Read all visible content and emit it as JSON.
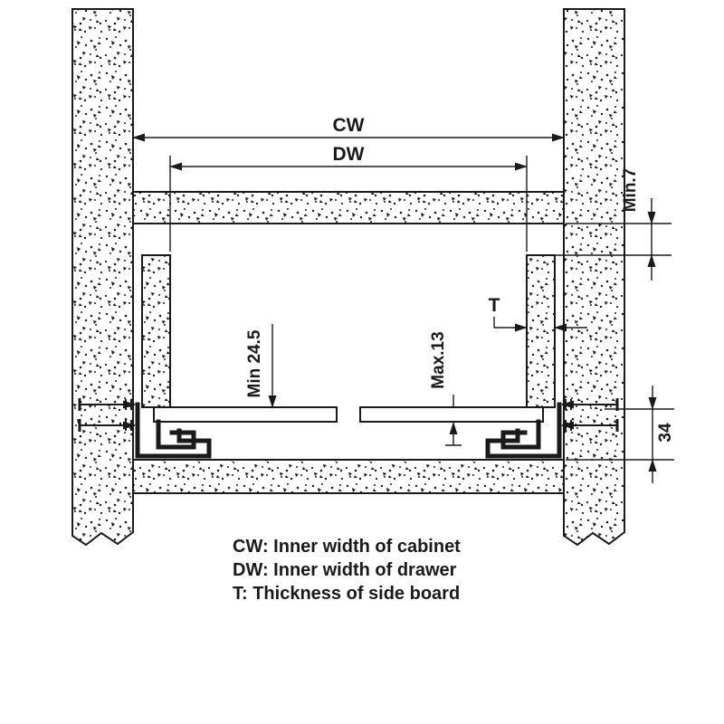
{
  "diagram": {
    "dim_cw": "CW",
    "dim_dw": "DW",
    "dim_min7": "Min.7",
    "dim_t": "T",
    "dim_min245": "Min 24.5",
    "dim_max13": "Max.13",
    "dim_34": "34"
  },
  "legend": {
    "line1": "CW: Inner width of cabinet",
    "line2": "DW: Inner width of drawer",
    "line3": "T: Thickness of side board"
  },
  "colors": {
    "line": "#1a1a1a",
    "background": "#ffffff"
  }
}
